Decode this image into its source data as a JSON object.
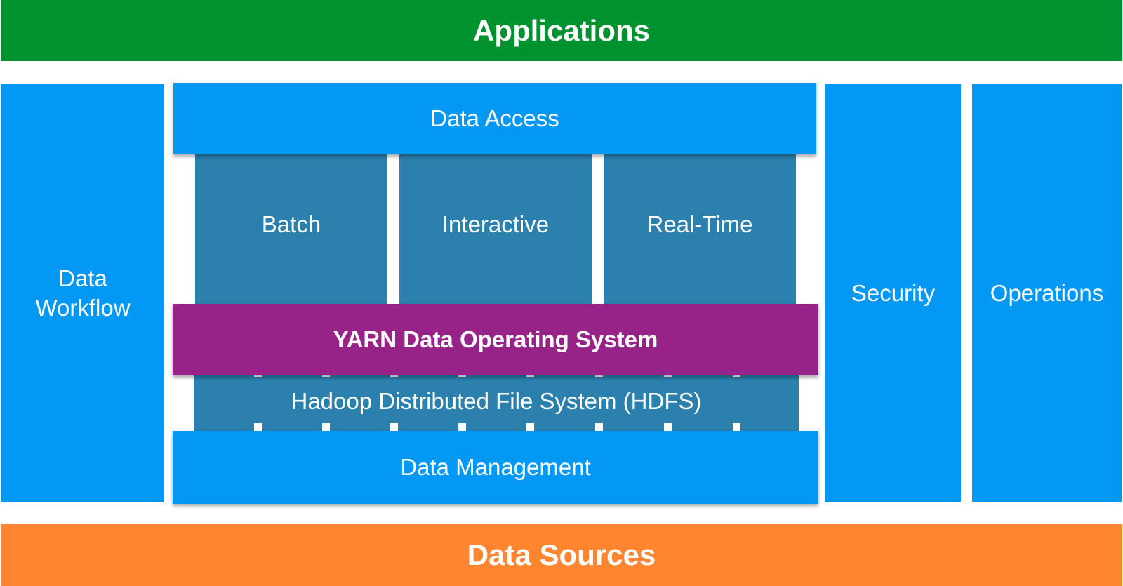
{
  "top_bar": {
    "label": "Applications",
    "color": "#00922e"
  },
  "bottom_bar": {
    "label": "Data Sources",
    "color": "#ff8531"
  },
  "left_column": {
    "line1": "Data",
    "line2": "Workflow"
  },
  "right_columns": [
    {
      "label": "Security"
    },
    {
      "label": "Operations"
    }
  ],
  "center": {
    "data_access": "Data Access",
    "engines": [
      {
        "label": "Batch"
      },
      {
        "label": "Interactive"
      },
      {
        "label": "Real-Time"
      }
    ],
    "yarn": "YARN Data Operating System",
    "hdfs": "Hadoop Distributed File System (HDFS)",
    "data_management": "Data Management"
  },
  "colors": {
    "blue": "#0398f3",
    "steel_blue": "#2b80ae",
    "purple": "#972288"
  }
}
